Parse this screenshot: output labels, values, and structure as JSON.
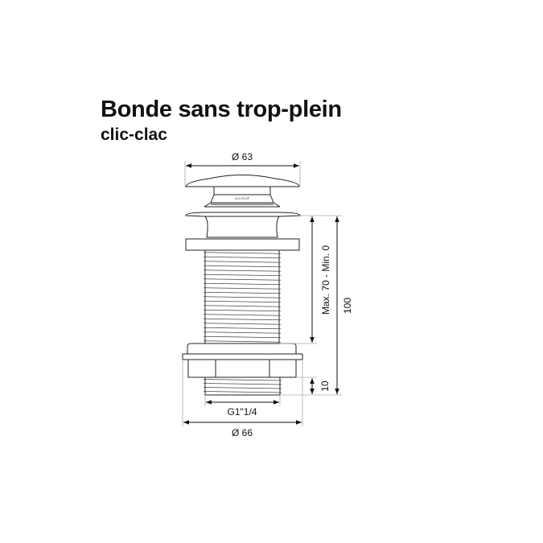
{
  "title": "Bonde sans trop-plein",
  "subtitle": "clic-clac",
  "logo_text": "CLIC-PLOP",
  "dimensions": {
    "cap_diameter": "Ø 63",
    "base_diameter": "Ø 66",
    "thread": "G1\"1/4",
    "adjustable": "Max. 70 - Min. 0",
    "total_height": "100",
    "thread_length": "10"
  }
}
